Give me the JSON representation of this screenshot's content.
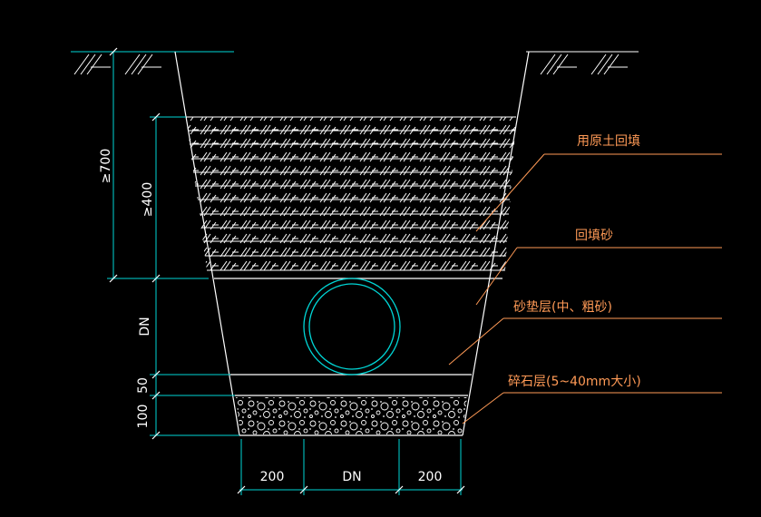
{
  "colors": {
    "background": "#000000",
    "outline": "#ffffff",
    "dimension": "#00d6d6",
    "leader": "#ff9a56",
    "pipe": "#00d6d6",
    "label": "#ff9a56",
    "dim_text": "#ffffff"
  },
  "labels": {
    "backfill_soil": "用原土回填",
    "backfill_sand": "回填砂",
    "sand_cushion": "砂垫层(中、粗砂)",
    "gravel_layer": "碎石层(5~40mm大小)"
  },
  "dimensions": {
    "depth_total": "≥700",
    "depth_cover": "≥400",
    "depth_pipe": "DN",
    "depth_cushion": "50",
    "depth_gravel": "100",
    "width_left": "200",
    "width_pipe": "DN",
    "width_right": "200"
  },
  "icons": {
    "ground_hatch": "earth-hatch-icon",
    "soil_hatch": "soil-fill-pattern",
    "gravel": "gravel-pattern",
    "pipe": "pipe-circle-icon"
  }
}
